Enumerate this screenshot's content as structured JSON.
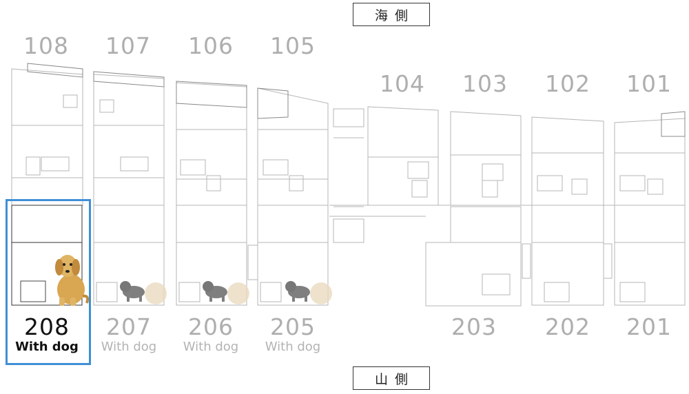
{
  "top_sign": "海側",
  "bottom_sign": "山側",
  "colors": {
    "selected_border": "#3f8fd6",
    "inactive_text": "#aeaeae",
    "active_text": "#111111"
  },
  "first_floor": [
    {
      "number": "108"
    },
    {
      "number": "107"
    },
    {
      "number": "106"
    },
    {
      "number": "105"
    },
    {
      "number": "104"
    },
    {
      "number": "103"
    },
    {
      "number": "102"
    },
    {
      "number": "101"
    }
  ],
  "second_floor": [
    {
      "number": "208",
      "sub": "With dog",
      "selected": true
    },
    {
      "number": "207",
      "sub": "With dog"
    },
    {
      "number": "206",
      "sub": "With dog"
    },
    {
      "number": "205",
      "sub": "With dog"
    },
    {
      "number": "203",
      "sub": ""
    },
    {
      "number": "202",
      "sub": ""
    },
    {
      "number": "201",
      "sub": ""
    }
  ],
  "icons": [
    "golden-retriever-icon",
    "dachshund-icon",
    "pomeranian-icon"
  ]
}
